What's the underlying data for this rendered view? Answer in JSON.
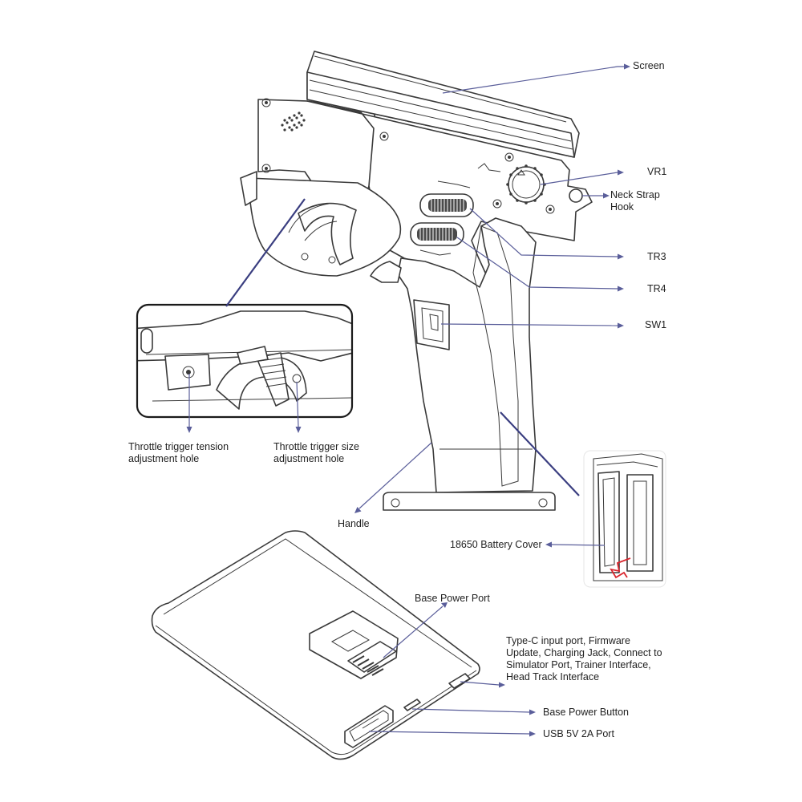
{
  "labels": {
    "screen": "Screen",
    "vr1": "VR1",
    "neck_strap_hook_1": "Neck Strap",
    "neck_strap_hook_2": "Hook",
    "tr3": "TR3",
    "tr4": "TR4",
    "sw1": "SW1",
    "tension_hole_1": "Throttle trigger tension",
    "tension_hole_2": "adjustment hole",
    "size_hole_1": "Throttle trigger size",
    "size_hole_2": "adjustment hole",
    "handle": "Handle",
    "battery_cover": "18650 Battery Cover",
    "base_power_port": "Base Power Port",
    "typec_1": "Type-C input port,  Firmware",
    "typec_2": "Update,  Charging Jack, Connect to",
    "typec_3": "Simulator Port,  Trainer Interface,",
    "typec_4": "Head Track Interface",
    "base_power_button": "Base Power Button",
    "usb_port": "USB 5V 2A  Port"
  },
  "colors": {
    "leader": "#5a5e9a",
    "outline": "#3a3a3a",
    "text": "#222222",
    "accent_arrow": "#d9262e"
  }
}
